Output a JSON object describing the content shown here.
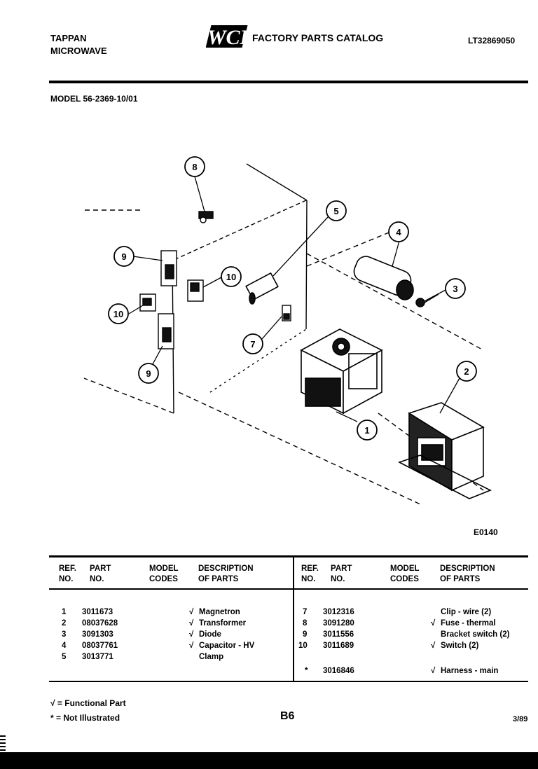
{
  "header": {
    "brand_line1": "TAPPAN",
    "brand_line2": "MICROWAVE",
    "logo_text": "WCI",
    "catalog_title": "FACTORY PARTS CATALOG",
    "catalog_number": "LT32869050"
  },
  "model_line": "MODEL 56-2369-10/01",
  "diagram": {
    "figure_code": "E0140",
    "callouts": [
      "1",
      "2",
      "3",
      "4",
      "5",
      "7",
      "8",
      "9",
      "10",
      "9",
      "10"
    ]
  },
  "table": {
    "left_headers": {
      "ref": [
        "REF.",
        "NO."
      ],
      "part": [
        "PART",
        "NO."
      ],
      "model": [
        "MODEL",
        "CODES"
      ],
      "desc": [
        "DESCRIPTION",
        "OF PARTS"
      ]
    },
    "right_headers": {
      "ref": [
        "REF.",
        "NO."
      ],
      "part": [
        "PART",
        "NO."
      ],
      "model": [
        "MODEL",
        "CODES"
      ],
      "desc": [
        "DESCRIPTION",
        "OF PARTS"
      ]
    },
    "left_rows": [
      {
        "ref": "1",
        "part": "3011673",
        "check": "√",
        "desc": "Magnetron"
      },
      {
        "ref": "2",
        "part": "08037628",
        "check": "√",
        "desc": "Transformer"
      },
      {
        "ref": "3",
        "part": "3091303",
        "check": "√",
        "desc": "Diode"
      },
      {
        "ref": "4",
        "part": "08037761",
        "check": "√",
        "desc": "Capacitor - HV"
      },
      {
        "ref": "5",
        "part": "3013771",
        "check": "",
        "desc": "Clamp"
      }
    ],
    "right_rows": [
      {
        "ref": "7",
        "part": "3012316",
        "check": "",
        "desc": "Clip - wire (2)"
      },
      {
        "ref": "8",
        "part": "3091280",
        "check": "√",
        "desc": "Fuse - thermal"
      },
      {
        "ref": "9",
        "part": "3011556",
        "check": "",
        "desc": "Bracket switch (2)"
      },
      {
        "ref": "10",
        "part": "3011689",
        "check": "√",
        "desc": "Switch (2)"
      },
      {
        "ref": "*",
        "part": "3016846",
        "check": "√",
        "desc": "Harness - main"
      }
    ]
  },
  "footer": {
    "legend_functional": "√ = Functional Part",
    "legend_not_illustrated": "* = Not Illustrated",
    "page_code": "B6",
    "date_code": "3/89"
  }
}
